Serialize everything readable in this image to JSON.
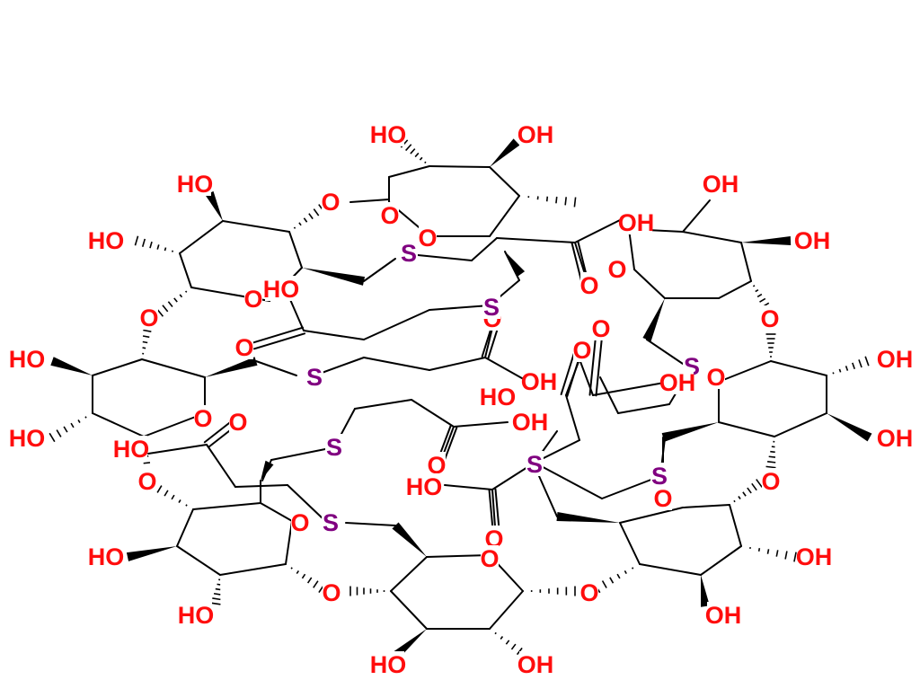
{
  "molecule": {
    "atom_colors": {
      "O": "#ff0d0d",
      "S": "#800080"
    },
    "labels": {
      "hydroxyl": "HO",
      "hydroxyl_right": "OH",
      "oxygen": "O",
      "sulfur": "S",
      "acid_hydroxyl": "OH",
      "acid_hydroxyl_left": "HO"
    }
  }
}
